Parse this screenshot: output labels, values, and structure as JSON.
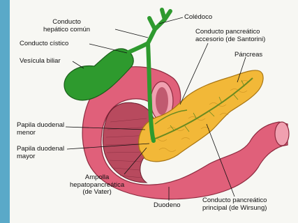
{
  "labels": {
    "conducto_hepatico": "Conducto\nhepático común",
    "coledoco": "Colédoco",
    "conducto_santorini": "Conducto pancreático\naccesorio (de Santorini)",
    "conducto_cistico": "Conducto cístico",
    "pancreas": "Páncreas",
    "vesicula": "Vesícula biliar",
    "papila_menor": "Papila duodenal\nmenor",
    "papila_mayor": "Papila duodenal\nmayor",
    "ampolla": "Ampolla\nhepatopancreática\n(de Vater)",
    "duodeno": "Duodeno",
    "conducto_wirsung": "Conducto pancreático\nprincipal (de Wirsung)"
  },
  "colors": {
    "frame": "#5aa9c8",
    "background": "#f7f7f3",
    "gallbladder": "#2e9a2e",
    "duodenum": "#e0607a",
    "pancreas": "#f2b838"
  }
}
